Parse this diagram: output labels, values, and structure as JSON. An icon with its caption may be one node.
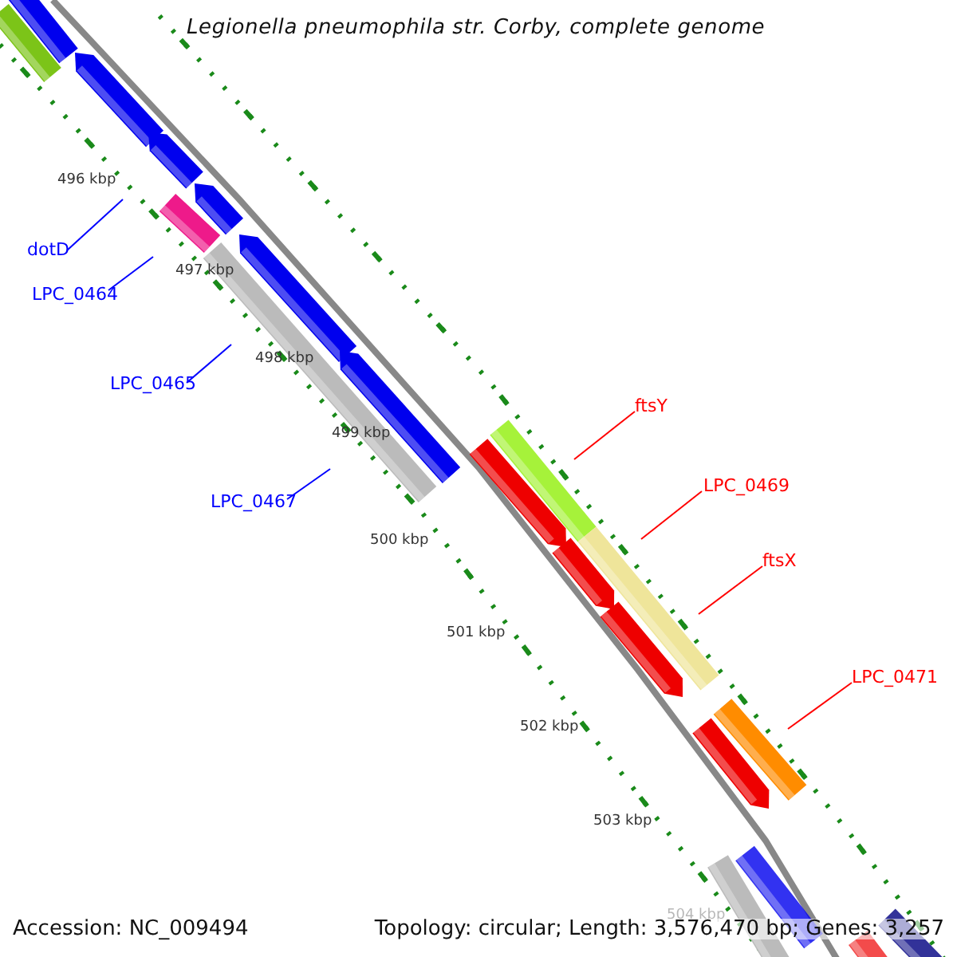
{
  "diagram": {
    "title": "Legionella pneumophila str. Corby, complete genome",
    "nodes": [
      {
        "text": [
          "dotD"
        ]
      },
      {
        "text": [
          "LPC_0464"
        ]
      },
      {
        "text": [
          "LPC_0465"
        ]
      },
      {
        "text": [
          "LPC_0467"
        ]
      },
      {
        "text": [
          "ftsY"
        ]
      },
      {
        "text": [
          "LPC_0469"
        ]
      },
      {
        "text": [
          "ftsX"
        ]
      },
      {
        "text": [
          "LPC_0471"
        ]
      }
    ],
    "edges": [
      {
        "from": 0,
        "to": null,
        "arrow": "none",
        "color": "#0000ff"
      },
      {
        "from": 1,
        "to": null,
        "arrow": "none",
        "color": "#0000ff"
      },
      {
        "from": 2,
        "to": null,
        "arrow": "none",
        "color": "#0000ff"
      },
      {
        "from": 3,
        "to": null,
        "arrow": "none",
        "color": "#0000ff"
      },
      {
        "from": 4,
        "to": null,
        "arrow": "none",
        "color": "#ff0000"
      },
      {
        "from": 5,
        "to": null,
        "arrow": "none",
        "color": "#ff0000"
      },
      {
        "from": 6,
        "to": null,
        "arrow": "none",
        "color": "#ff0000"
      },
      {
        "from": 7,
        "to": null,
        "arrow": "none",
        "color": "#ff0000"
      }
    ],
    "labels": [
      "496 kbp",
      "497 kbp",
      "498 kbp",
      "499 kbp",
      "500 kbp",
      "501 kbp",
      "502 kbp",
      "503 kbp",
      "504 kbp",
      "Accession: NC_009494",
      "Topology: circular; Length: 3,576,470 bp; Genes: 3,257"
    ]
  }
}
